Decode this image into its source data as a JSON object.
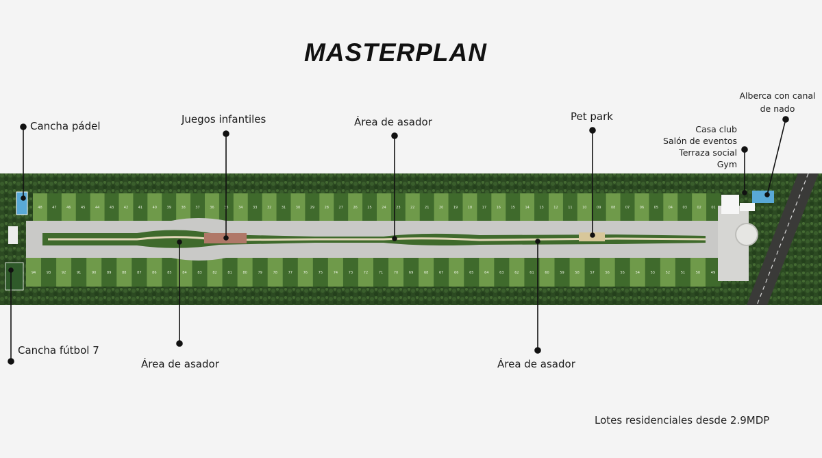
{
  "title": "MASTERPLAN",
  "labels": {
    "cancha_padel": "Cancha pádel",
    "juegos_infantiles": "Juegos infantiles",
    "area_asador_top": "Área de asador",
    "pet_park": "Pet park",
    "alberca_1": "Alberca con canal",
    "alberca_2": "de nado",
    "casa_club": "Casa club",
    "salon_eventos": "Salón de eventos",
    "terraza_social": "Terraza social",
    "gym": "Gym",
    "cancha_futbol": "Cancha fútbol 7",
    "area_asador_bl": "Área de asador",
    "area_asador_br": "Área de asador"
  },
  "lots_top": [
    "48",
    "47",
    "46",
    "45",
    "44",
    "43",
    "42",
    "41",
    "40",
    "39",
    "38",
    "37",
    "36",
    "35",
    "34",
    "33",
    "32",
    "31",
    "30",
    "29",
    "28",
    "27",
    "26",
    "25",
    "24",
    "23",
    "22",
    "21",
    "20",
    "19",
    "18",
    "17",
    "16",
    "15",
    "14",
    "13",
    "12",
    "11",
    "10",
    "09",
    "08",
    "07",
    "06",
    "05",
    "04",
    "03",
    "02",
    "01"
  ],
  "lots_bottom": [
    "94",
    "93",
    "92",
    "91",
    "90",
    "89",
    "88",
    "87",
    "86",
    "85",
    "84",
    "83",
    "82",
    "81",
    "80",
    "79",
    "78",
    "77",
    "76",
    "75",
    "74",
    "73",
    "72",
    "71",
    "70",
    "69",
    "68",
    "67",
    "66",
    "65",
    "64",
    "63",
    "62",
    "61",
    "60",
    "59",
    "58",
    "57",
    "56",
    "55",
    "54",
    "53",
    "52",
    "51",
    "50",
    "49"
  ],
  "footer": "Lotes residenciales desde 2.9MDP",
  "colors": {
    "hedge": "#2c4a22",
    "lawn_light": "#6f9a4a",
    "lawn_dark": "#3f6a2c",
    "road": "#c9c9c7",
    "path": "#e2d6b8",
    "pool": "#59a9d6",
    "marker": "#111111"
  }
}
